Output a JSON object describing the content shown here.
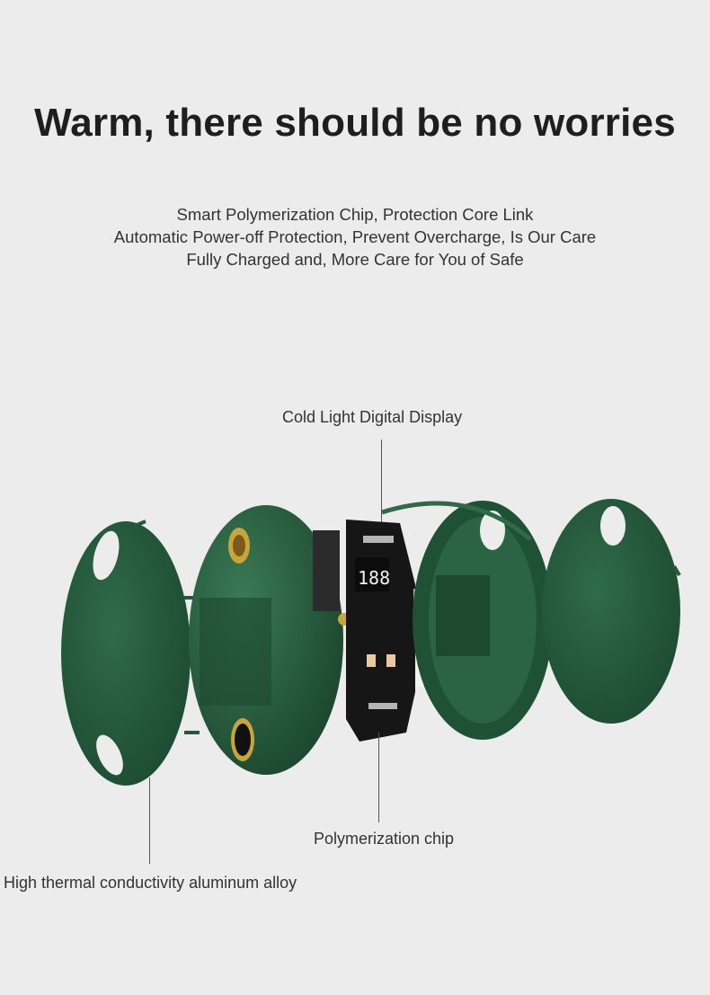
{
  "headline": "Warm, there should be no worries",
  "subtext": [
    "Smart Polymerization Chip, Protection Core Link",
    "Automatic Power-off Protection, Prevent Overcharge, Is Our Care",
    "Fully Charged and, More Care for You of Safe"
  ],
  "callouts": {
    "display": "Cold Light Digital Display",
    "chip": "Polymerization chip",
    "alloy": "High thermal conductivity aluminum alloy"
  },
  "pcb_display_digits": "188",
  "colors": {
    "background": "#ececec",
    "shell_green": "#24593b",
    "pcb": "#161616",
    "gold": "#c9a43a"
  }
}
